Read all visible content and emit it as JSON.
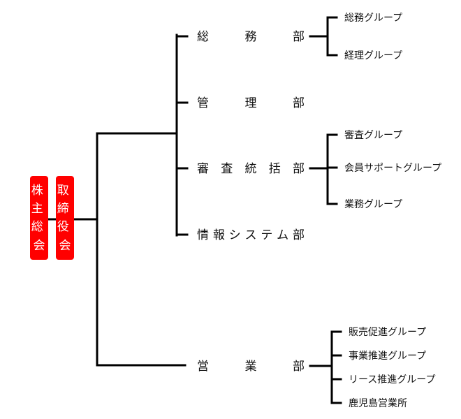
{
  "colors": {
    "root_box": "#ff0000",
    "line": "#000000",
    "text": "#111111"
  },
  "roots": [
    {
      "label": "株主総会"
    },
    {
      "label": "取締役会"
    }
  ],
  "departments": [
    {
      "label": "総務部",
      "groups": [
        "総務グループ",
        "経理グループ"
      ]
    },
    {
      "label": "管理部",
      "groups": []
    },
    {
      "label": "審査統括部",
      "groups": [
        "審査グループ",
        "会員サポートグループ",
        "業務グループ"
      ]
    },
    {
      "label": "情報システム部",
      "groups": []
    },
    {
      "label": "営業部",
      "groups": [
        "販売促進グループ",
        "事業推進グループ",
        "リース推進グループ",
        "鹿児島営業所"
      ]
    }
  ]
}
